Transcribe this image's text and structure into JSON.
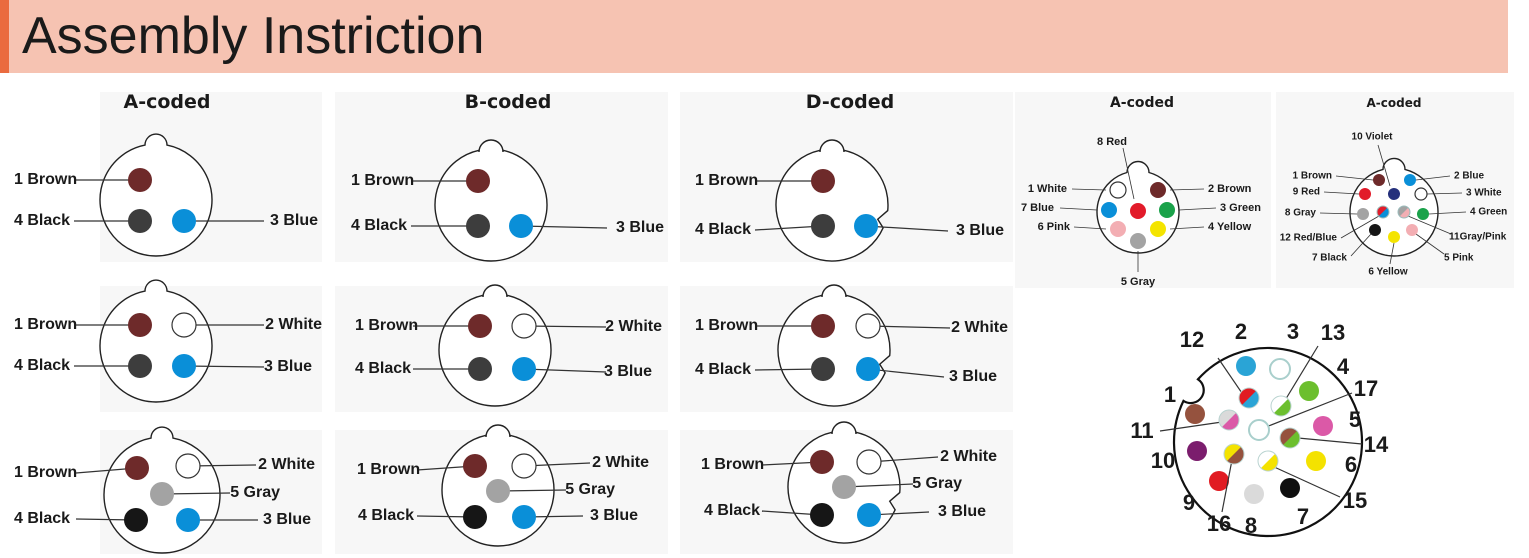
{
  "header": {
    "title": "Assembly Instriction"
  },
  "columns": [
    {
      "title": "A-coded"
    },
    {
      "title": "B-coded"
    },
    {
      "title": "D-coded"
    },
    {
      "title": "A-coded"
    },
    {
      "title": "A-coded"
    }
  ],
  "colors": {
    "brown": "#6e2a2a",
    "black": "#3d3d3d",
    "deep_black": "#161616",
    "blue": "#0a8fd8",
    "white": "#ffffff",
    "gray": "#a3a3a3",
    "red": "#e21b2a",
    "green": "#1aa24a",
    "yellow": "#f4e400",
    "pink": "#f3aeb3",
    "violet": "#25307c",
    "header_bg": "#f6c3b2",
    "header_accent": "#ea6b3f"
  },
  "connectors": [
    {
      "id": "a3",
      "type": "A",
      "pins": [
        {
          "label": "1 Brown",
          "color": "brown"
        },
        {
          "label": "4 Black",
          "color": "black"
        },
        {
          "label": "3 Blue",
          "color": "blue"
        }
      ]
    },
    {
      "id": "b3",
      "type": "B",
      "pins": [
        {
          "label": "1 Brown",
          "color": "brown"
        },
        {
          "label": "4 Black",
          "color": "black"
        },
        {
          "label": "3 Blue",
          "color": "blue"
        }
      ]
    },
    {
      "id": "d3",
      "type": "D",
      "pins": [
        {
          "label": "1 Brown",
          "color": "brown"
        },
        {
          "label": "4 Black",
          "color": "black"
        },
        {
          "label": "3 Blue",
          "color": "blue"
        }
      ]
    },
    {
      "id": "a4",
      "type": "A",
      "pins": [
        {
          "label": "1 Brown",
          "color": "brown"
        },
        {
          "label": "2 White",
          "color": "white"
        },
        {
          "label": "4 Black",
          "color": "black"
        },
        {
          "label": "3 Blue",
          "color": "blue"
        }
      ]
    },
    {
      "id": "b4",
      "type": "B",
      "pins": [
        {
          "label": "1 Brown",
          "color": "brown"
        },
        {
          "label": "2 White",
          "color": "white"
        },
        {
          "label": "4 Black",
          "color": "black"
        },
        {
          "label": "3 Blue",
          "color": "blue"
        }
      ]
    },
    {
      "id": "d4",
      "type": "D",
      "pins": [
        {
          "label": "1 Brown",
          "color": "brown"
        },
        {
          "label": "2 White",
          "color": "white"
        },
        {
          "label": "4 Black",
          "color": "black"
        },
        {
          "label": "3 Blue",
          "color": "blue"
        }
      ]
    },
    {
      "id": "a5",
      "type": "A",
      "pins": [
        {
          "label": "1 Brown",
          "color": "brown"
        },
        {
          "label": "2 White",
          "color": "white"
        },
        {
          "label": "5 Gray",
          "color": "gray"
        },
        {
          "label": "4 Black",
          "color": "deep_black"
        },
        {
          "label": "3 Blue",
          "color": "blue"
        }
      ]
    },
    {
      "id": "b5",
      "type": "B",
      "pins": [
        {
          "label": "1 Brown",
          "color": "brown"
        },
        {
          "label": "2 White",
          "color": "white"
        },
        {
          "label": "5 Gray",
          "color": "gray"
        },
        {
          "label": "4 Black",
          "color": "deep_black"
        },
        {
          "label": "3 Blue",
          "color": "blue"
        }
      ]
    },
    {
      "id": "d5",
      "type": "D",
      "pins": [
        {
          "label": "1 Brown",
          "color": "brown"
        },
        {
          "label": "2 White",
          "color": "white"
        },
        {
          "label": "5 Gray",
          "color": "gray"
        },
        {
          "label": "4 Black",
          "color": "deep_black"
        },
        {
          "label": "3 Blue",
          "color": "blue"
        }
      ]
    },
    {
      "id": "a8",
      "type": "A",
      "pins": [
        {
          "label": "8 Red",
          "color": "red"
        },
        {
          "label": "1 White",
          "color": "white"
        },
        {
          "label": "2 Brown",
          "color": "brown"
        },
        {
          "label": "7 Blue",
          "color": "blue"
        },
        {
          "label": "3 Green",
          "color": "green"
        },
        {
          "label": "6 Pink",
          "color": "pink"
        },
        {
          "label": "4 Yellow",
          "color": "yellow"
        },
        {
          "label": "5 Gray",
          "color": "gray"
        }
      ]
    },
    {
      "id": "a12",
      "type": "A",
      "pins": [
        {
          "label": "10 Violet",
          "color": "violet"
        },
        {
          "label": "1 Brown",
          "color": "brown"
        },
        {
          "label": "2 Blue",
          "color": "blue"
        },
        {
          "label": "9 Red",
          "color": "red"
        },
        {
          "label": "3 White",
          "color": "white"
        },
        {
          "label": "8 Gray",
          "color": "gray"
        },
        {
          "label": "4 Green",
          "color": "green"
        },
        {
          "label": "12 Red/Blue",
          "color": "red/blue"
        },
        {
          "label": "11Gray/Pink",
          "color": "gray/pink"
        },
        {
          "label": "7 Black",
          "color": "deep_black"
        },
        {
          "label": "5 Pink",
          "color": "pink"
        },
        {
          "label": "6 Yellow",
          "color": "yellow"
        }
      ]
    },
    {
      "id": "a17",
      "type": "A",
      "pins": [
        {
          "label": "1",
          "color": "#95523e"
        },
        {
          "label": "2",
          "color": "#2aa4d6"
        },
        {
          "label": "3",
          "color": "#ffffff"
        },
        {
          "label": "4",
          "color": "#6cbf2e"
        },
        {
          "label": "5",
          "color": "#db59a7"
        },
        {
          "label": "6",
          "color": "#f4e200"
        },
        {
          "label": "7",
          "color": "#0f0f0f"
        },
        {
          "label": "8",
          "color": "#dadada"
        },
        {
          "label": "9",
          "color": "#e11b22"
        },
        {
          "label": "10",
          "color": "#7b1d6d"
        },
        {
          "label": "11",
          "color": "#dadada/#db59a7"
        },
        {
          "label": "12",
          "color": "#e11b22/#2aa4d6"
        },
        {
          "label": "13",
          "color": "#ffffff/#6cbf2e"
        },
        {
          "label": "14",
          "color": "#95523e/#6cbf2e"
        },
        {
          "label": "15",
          "color": "#ffffff/#f4e200"
        },
        {
          "label": "16",
          "color": "#f4e200/#95523e"
        },
        {
          "label": "17",
          "color": "#ffffff"
        }
      ]
    }
  ]
}
